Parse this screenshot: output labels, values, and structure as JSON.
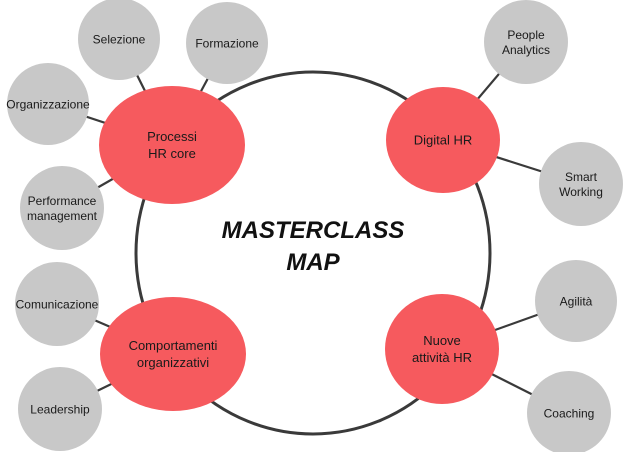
{
  "title": {
    "lines": [
      "MASTERCLASS",
      "MAP"
    ]
  },
  "colors": {
    "hub_fill": "#f65a5e",
    "satellite_fill": "#c8c8c8",
    "line": "#3a3a3a",
    "ring": "#3a3a3a"
  },
  "hubs": [
    {
      "name": "hub-processi-hr-core",
      "lines": [
        "Processi",
        "HR core"
      ],
      "satellites": [
        {
          "name": "satellite-selezione",
          "lines": [
            "Selezione"
          ]
        },
        {
          "name": "satellite-formazione",
          "lines": [
            "Formazione"
          ]
        },
        {
          "name": "satellite-organizzazione",
          "lines": [
            "Organizzazione"
          ]
        },
        {
          "name": "satellite-performance-management",
          "lines": [
            "Performance",
            "management"
          ]
        }
      ]
    },
    {
      "name": "hub-digital-hr",
      "lines": [
        "Digital HR"
      ],
      "satellites": [
        {
          "name": "satellite-people-analytics",
          "lines": [
            "People",
            "Analytics"
          ]
        },
        {
          "name": "satellite-smart-working",
          "lines": [
            "Smart",
            "Working"
          ]
        }
      ]
    },
    {
      "name": "hub-comportamenti-organizzativi",
      "lines": [
        "Comportamenti",
        "organizzativi"
      ],
      "satellites": [
        {
          "name": "satellite-comunicazione",
          "lines": [
            "Comunicazione"
          ]
        },
        {
          "name": "satellite-leadership",
          "lines": [
            "Leadership"
          ]
        }
      ]
    },
    {
      "name": "hub-nuove-attivita-hr",
      "lines": [
        "Nuove",
        "attività HR"
      ],
      "satellites": [
        {
          "name": "satellite-agilita",
          "lines": [
            "Agilità"
          ]
        },
        {
          "name": "satellite-coaching",
          "lines": [
            "Coaching"
          ]
        }
      ]
    }
  ]
}
